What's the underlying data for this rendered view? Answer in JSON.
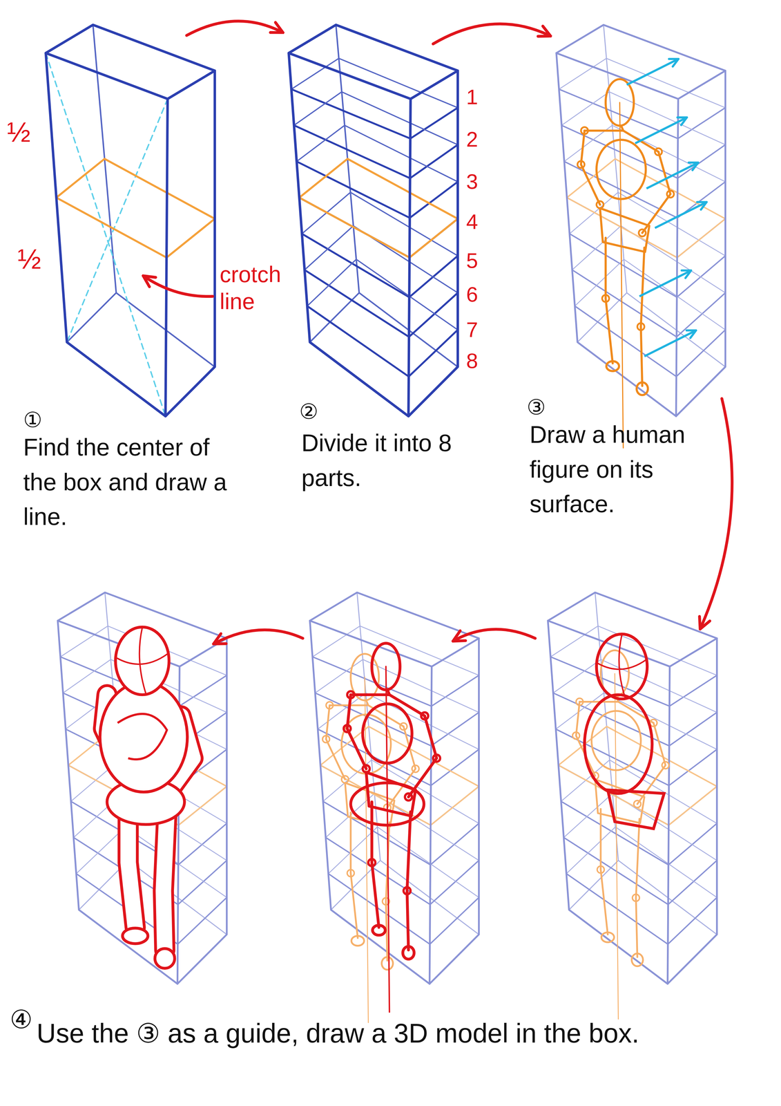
{
  "diagram": {
    "labels": [
      "½",
      "½",
      "crotch line",
      "1",
      "2",
      "3",
      "4",
      "5",
      "6",
      "7",
      "8",
      "①",
      "Find the center of the box and draw a line.",
      "②",
      "Divide it into 8 parts.",
      "③",
      "Draw a human figure on its surface.",
      "④",
      "Use the ③ as a guide, draw a 3D model in the box."
    ]
  }
}
